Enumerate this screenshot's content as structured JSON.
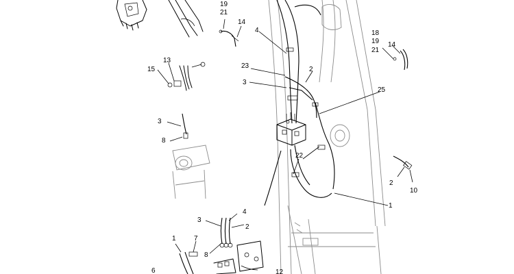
{
  "callouts": [
    {
      "id": "c-19-top",
      "text": "19"
    },
    {
      "id": "c-21-top",
      "text": "21"
    },
    {
      "id": "c-14-top",
      "text": "14"
    },
    {
      "id": "c-4",
      "text": "4"
    },
    {
      "id": "c-18-right",
      "text": "18"
    },
    {
      "id": "c-19-right",
      "text": "19"
    },
    {
      "id": "c-21-right",
      "text": "21"
    },
    {
      "id": "c-14-right",
      "text": "14"
    },
    {
      "id": "c-13",
      "text": "13"
    },
    {
      "id": "c-15",
      "text": "15"
    },
    {
      "id": "c-23",
      "text": "23"
    },
    {
      "id": "c-2-upper",
      "text": "2"
    },
    {
      "id": "c-3-upper",
      "text": "3"
    },
    {
      "id": "c-25",
      "text": "25"
    },
    {
      "id": "c-3-left",
      "text": "3"
    },
    {
      "id": "c-8-left",
      "text": "8"
    },
    {
      "id": "c-22",
      "text": "22"
    },
    {
      "id": "c-2-right",
      "text": "2"
    },
    {
      "id": "c-10",
      "text": "10"
    },
    {
      "id": "c-1-right",
      "text": "1"
    },
    {
      "id": "c-4-lower",
      "text": "4"
    },
    {
      "id": "c-3-lower",
      "text": "3"
    },
    {
      "id": "c-2-lower",
      "text": "2"
    },
    {
      "id": "c-1-lower",
      "text": "1"
    },
    {
      "id": "c-7",
      "text": "7"
    },
    {
      "id": "c-8-lower",
      "text": "8"
    },
    {
      "id": "c-6",
      "text": "6"
    },
    {
      "id": "c-12",
      "text": "12"
    }
  ]
}
